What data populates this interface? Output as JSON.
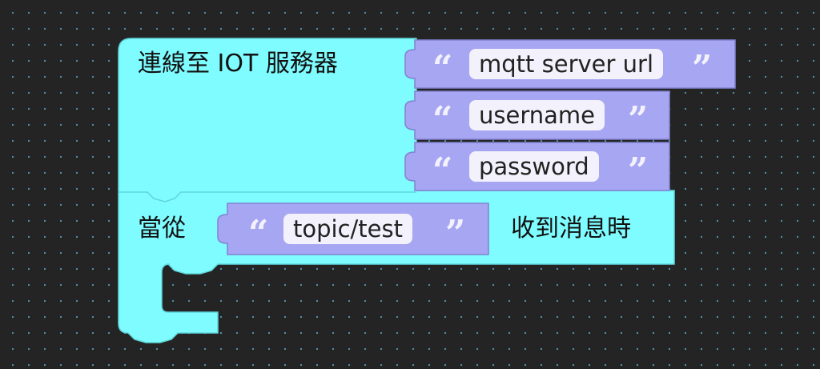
{
  "connect_block": {
    "label": "連線至 IOT 服務器",
    "server_input": "mqtt server url",
    "username_input": "username",
    "password_input": "password"
  },
  "subscribe_block": {
    "prefix_label": "當從",
    "topic_input": "topic/test",
    "suffix_label": "收到消息時"
  },
  "quotes": {
    "open": "“",
    "close": "”"
  },
  "colors": {
    "workspace_bg": "#242424",
    "grid_dot": "#4a8fa8",
    "event_block": "#7ffcff",
    "text_block": "#a6a6f3",
    "text_field": "#f3f1fb"
  }
}
